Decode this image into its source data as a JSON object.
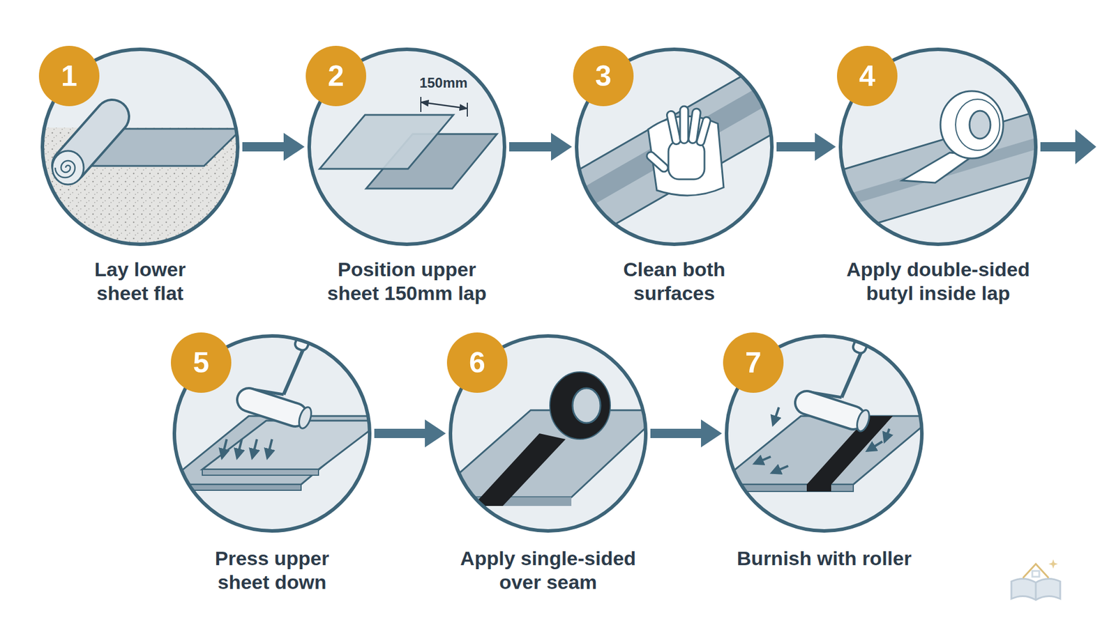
{
  "diagram": {
    "nodes": [
      {
        "text": [
          "Lay lower sheet flat"
        ]
      },
      {
        "text": [
          "1"
        ],
        "in": 0
      },
      {
        "text": [
          "Position upper sheet 150mm lap"
        ]
      },
      {
        "text": [
          "2"
        ],
        "in": 2
      },
      {
        "text": [
          "Clean both surfaces"
        ]
      },
      {
        "text": [
          "3"
        ],
        "in": 4
      },
      {
        "text": [
          "Apply double-sided butyl inside lap"
        ]
      },
      {
        "text": [
          "4"
        ],
        "in": 6
      },
      {
        "text": [
          "Press upper sheet down"
        ]
      },
      {
        "text": [
          "5"
        ],
        "in": 8
      },
      {
        "text": [
          "Apply single-sided over seam"
        ]
      },
      {
        "text": [
          "6"
        ],
        "in": 10
      },
      {
        "text": [
          "Burnish with roller"
        ]
      },
      {
        "text": [
          "7"
        ],
        "in": 12
      }
    ],
    "edges": [
      {
        "from": 0,
        "to": 2,
        "arrow": "to"
      },
      {
        "from": 2,
        "to": 4,
        "arrow": "to"
      },
      {
        "from": 4,
        "to": 6,
        "arrow": "to"
      },
      {
        "from": 8,
        "to": 10,
        "arrow": "to"
      },
      {
        "from": 10,
        "to": 12,
        "arrow": "to"
      }
    ],
    "labels": [
      "150mm"
    ]
  }
}
